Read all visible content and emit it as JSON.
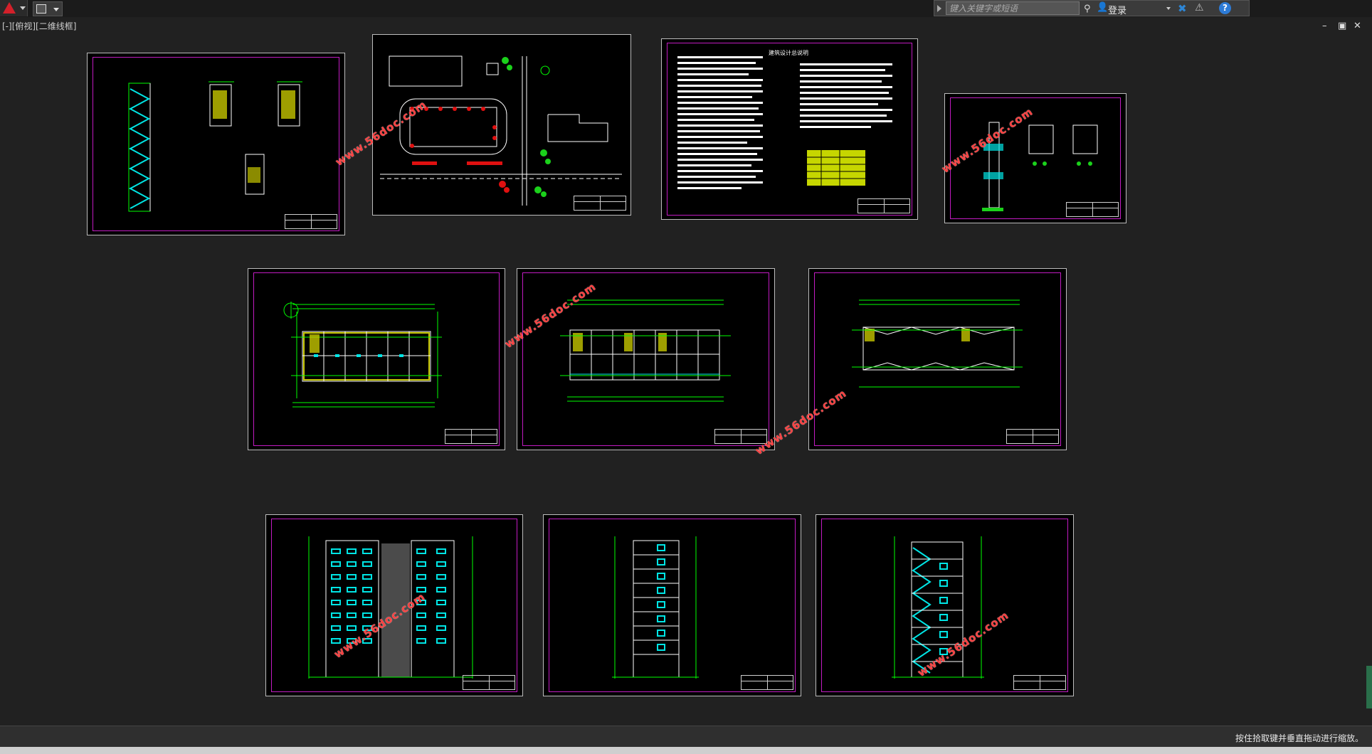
{
  "search": {
    "placeholder": "键入关键字或短语"
  },
  "account": {
    "login_label": "登录"
  },
  "viewport": {
    "label": "[-][俯视][二维线框]"
  },
  "window_controls": {
    "minimize": "–",
    "restore": "▣",
    "close": "✕"
  },
  "status": {
    "prompt": "按住拾取键并垂直拖动进行缩放。"
  },
  "watermark": {
    "text": "www.56doc.com"
  },
  "sheets": [
    {
      "id": "stair-details"
    },
    {
      "id": "site-plan"
    },
    {
      "id": "design-notes",
      "title": "建筑设计总说明"
    },
    {
      "id": "node-details"
    },
    {
      "id": "floor-plan-1"
    },
    {
      "id": "floor-plan-std"
    },
    {
      "id": "roof-plan"
    },
    {
      "id": "front-elevation"
    },
    {
      "id": "side-elevation"
    },
    {
      "id": "section"
    }
  ],
  "colors": {
    "frame": "#c21bc2",
    "line": "#00ff00",
    "accent": "#00e5e5",
    "watermark": "#ff4040"
  }
}
